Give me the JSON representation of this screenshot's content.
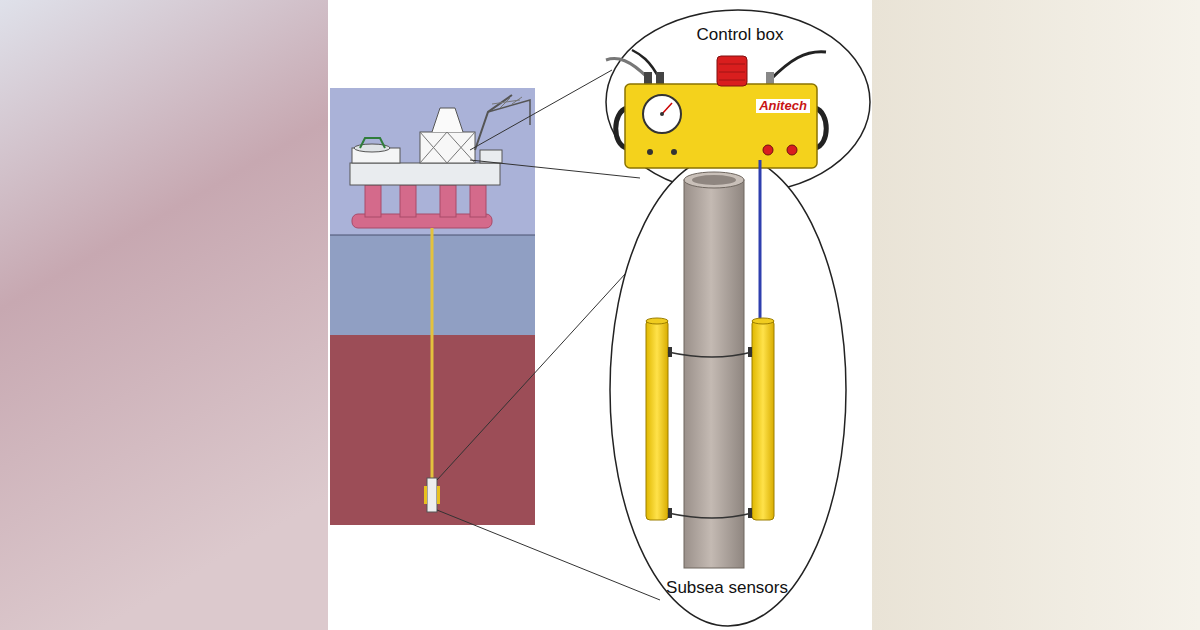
{
  "diagram": {
    "labels": [
      "Control box",
      "Subsea sensors",
      "Anitech"
    ]
  }
}
